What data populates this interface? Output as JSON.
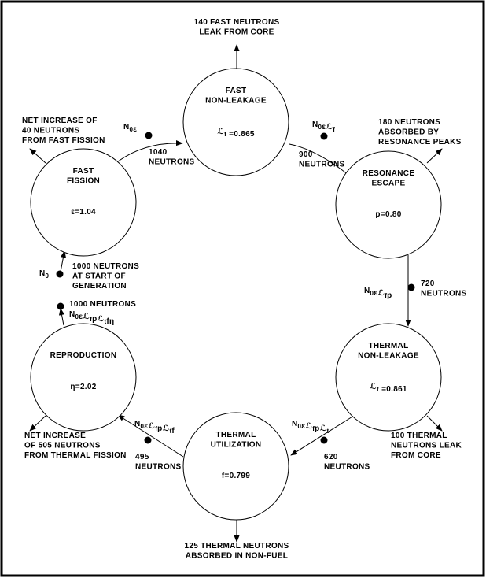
{
  "stages": [
    {
      "id": "fast-fission",
      "lines": [
        "FAST",
        "FISSION"
      ],
      "factor": [
        [
          "ε=1.04",
          ""
        ]
      ]
    },
    {
      "id": "fast-non-leakage",
      "lines": [
        "FAST",
        "NON-LEAKAGE"
      ],
      "factor": [
        [
          "ℒ",
          ""
        ],
        [
          "f",
          "sub"
        ],
        [
          " =0.865",
          ""
        ]
      ]
    },
    {
      "id": "resonance-escape",
      "lines": [
        "RESONANCE",
        "ESCAPE"
      ],
      "factor": [
        [
          "p=0.80",
          ""
        ]
      ]
    },
    {
      "id": "thermal-non-leakage",
      "lines": [
        "THERMAL",
        "NON-LEAKAGE"
      ],
      "factor": [
        [
          "ℒ",
          ""
        ],
        [
          "t",
          "sub"
        ],
        [
          " =0.861",
          ""
        ]
      ]
    },
    {
      "id": "thermal-utilization",
      "lines": [
        "THERMAL",
        "UTILIZATION"
      ],
      "factor": [
        [
          "f=0.799",
          ""
        ]
      ]
    },
    {
      "id": "reproduction",
      "lines": [
        "REPRODUCTION"
      ],
      "factor": [
        [
          "η=2.02",
          ""
        ]
      ]
    }
  ],
  "losses": [
    {
      "id": "fast-leak",
      "lines": [
        "140 FAST NEUTRONS",
        "LEAK FROM CORE"
      ]
    },
    {
      "id": "fast-fission-gain",
      "lines": [
        "NET INCREASE OF",
        "40 NEUTRONS",
        "FROM FAST FISSION"
      ]
    },
    {
      "id": "resonance-absorb",
      "lines": [
        "180 NEUTRONS",
        "ABSORBED BY",
        "RESONANCE PEAKS"
      ]
    },
    {
      "id": "thermal-leak",
      "lines": [
        "100 THERMAL",
        "NEUTRONS LEAK",
        "FROM CORE"
      ]
    },
    {
      "id": "non-fuel-absorb",
      "lines": [
        "125 THERMAL NEUTRONS",
        "ABSORBED IN NON-FUEL"
      ]
    },
    {
      "id": "thermal-fission-gain",
      "lines": [
        "NET INCREASE",
        "OF 505 NEUTRONS",
        "FROM THERMAL FISSION"
      ]
    }
  ],
  "points": [
    {
      "id": "start",
      "formula": [
        [
          "N",
          ""
        ],
        [
          "0",
          "sub"
        ]
      ],
      "lines": [
        "1000 NEUTRONS",
        "AT START OF",
        "GENERATION"
      ]
    },
    {
      "id": "after-fast-fission",
      "formula": [
        [
          "N",
          ""
        ],
        [
          "0",
          "sub"
        ],
        [
          "ε",
          ""
        ]
      ],
      "lines": [
        "1040",
        "NEUTRONS"
      ]
    },
    {
      "id": "after-fast-leak",
      "formula": [
        [
          "N",
          ""
        ],
        [
          "0",
          "sub"
        ],
        [
          "εℒ",
          ""
        ],
        [
          "f",
          "sub"
        ]
      ],
      "lines": [
        "900",
        "NEUTRONS"
      ]
    },
    {
      "id": "after-resonance",
      "formula": [
        [
          "N",
          ""
        ],
        [
          "0",
          "sub"
        ],
        [
          "εℒ",
          ""
        ],
        [
          "f",
          "sub"
        ],
        [
          "p",
          ""
        ]
      ],
      "lines": [
        "720",
        "NEUTRONS"
      ]
    },
    {
      "id": "after-thermal-leak",
      "formula": [
        [
          "N",
          ""
        ],
        [
          "0",
          "sub"
        ],
        [
          "εℒ",
          ""
        ],
        [
          "f",
          "sub"
        ],
        [
          "pℒ",
          ""
        ],
        [
          "t",
          "sub"
        ]
      ],
      "lines": [
        "620",
        "NEUTRONS"
      ]
    },
    {
      "id": "after-utilization",
      "formula": [
        [
          "N",
          ""
        ],
        [
          "0",
          "sub"
        ],
        [
          "εℒ",
          ""
        ],
        [
          "f",
          "sub"
        ],
        [
          "pℒ",
          ""
        ],
        [
          "t",
          "sub"
        ],
        [
          "f",
          ""
        ]
      ],
      "lines": [
        "495",
        "NEUTRONS"
      ]
    },
    {
      "id": "next-generation",
      "formula": [
        [
          "N",
          ""
        ],
        [
          "0",
          "sub"
        ],
        [
          "εℒ",
          ""
        ],
        [
          "f",
          "sub"
        ],
        [
          "pℒ",
          ""
        ],
        [
          "t",
          "sub"
        ],
        [
          "fη",
          ""
        ]
      ],
      "lines": [
        "1000 NEUTRONS"
      ]
    }
  ]
}
